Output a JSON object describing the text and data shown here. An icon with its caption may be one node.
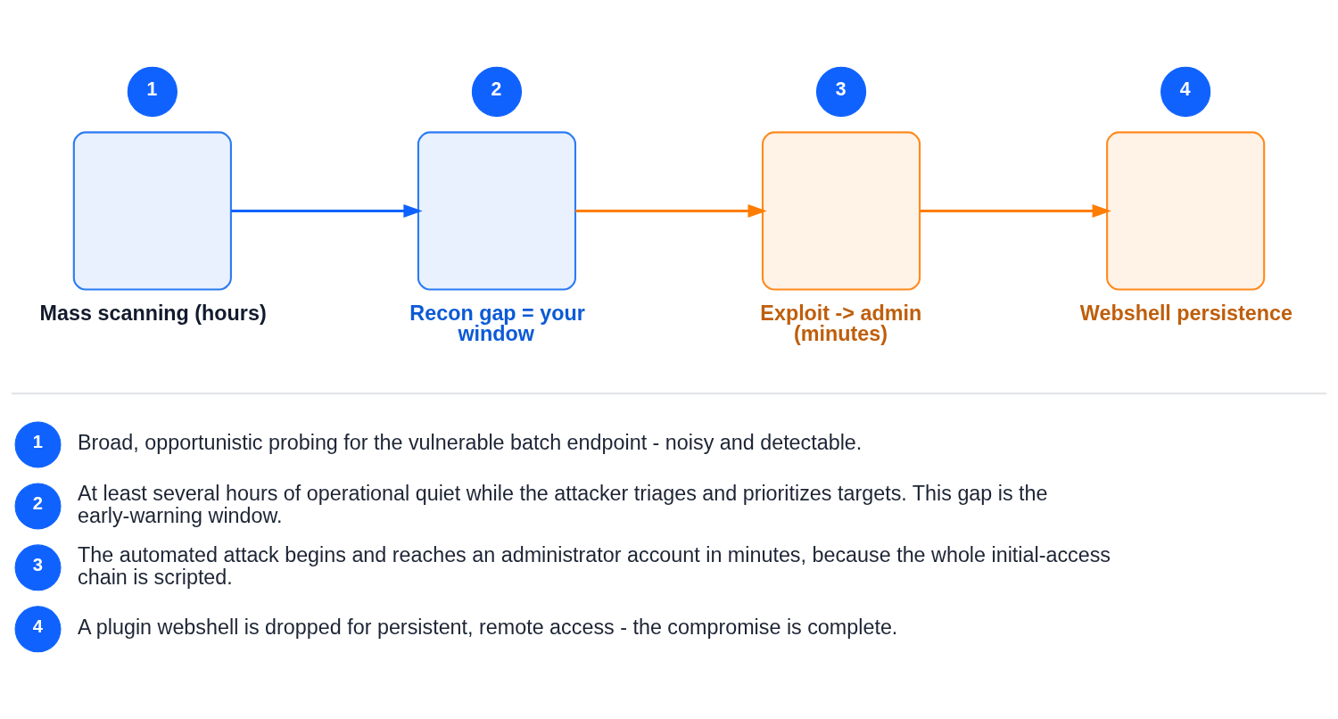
{
  "diagram": {
    "nodes": [
      {
        "text": [
          "1"
        ]
      },
      {
        "text": [
          "2"
        ]
      },
      {
        "text": [
          "3"
        ]
      },
      {
        "text": [
          "4"
        ]
      },
      {
        "text": [
          "Mass scanning (hours)"
        ]
      },
      {
        "text": [
          "Recon gap = your window"
        ]
      },
      {
        "text": [
          "Exploit -> admin (minutes)"
        ]
      },
      {
        "text": [
          "Webshell persistence"
        ]
      },
      {
        "text": [
          "1"
        ],
        "beside": [
          "Broad, opportunistic probing for the vulnerable batch endpoint - noisy and detectable."
        ]
      },
      {
        "text": [
          "2"
        ],
        "beside": [
          "At least several hours of operational quiet while the attacker triages and prioritizes targets. This gap is the early-warning window."
        ]
      },
      {
        "text": [
          "3"
        ],
        "beside": [
          "The automated attack begins and reaches an administrator account in minutes, because the whole initial-access chain is scripted."
        ]
      },
      {
        "text": [
          "4"
        ],
        "beside": [
          "A plugin webshell is dropped for persistent, remote access - the compromise is complete."
        ]
      }
    ],
    "edges": [
      {
        "from": 4,
        "to": 5,
        "arrow": "to",
        "color": "#0f62fe"
      },
      {
        "from": 5,
        "to": 6,
        "arrow": "to"
      },
      {
        "from": 6,
        "to": 7,
        "arrow": "to"
      }
    ]
  }
}
